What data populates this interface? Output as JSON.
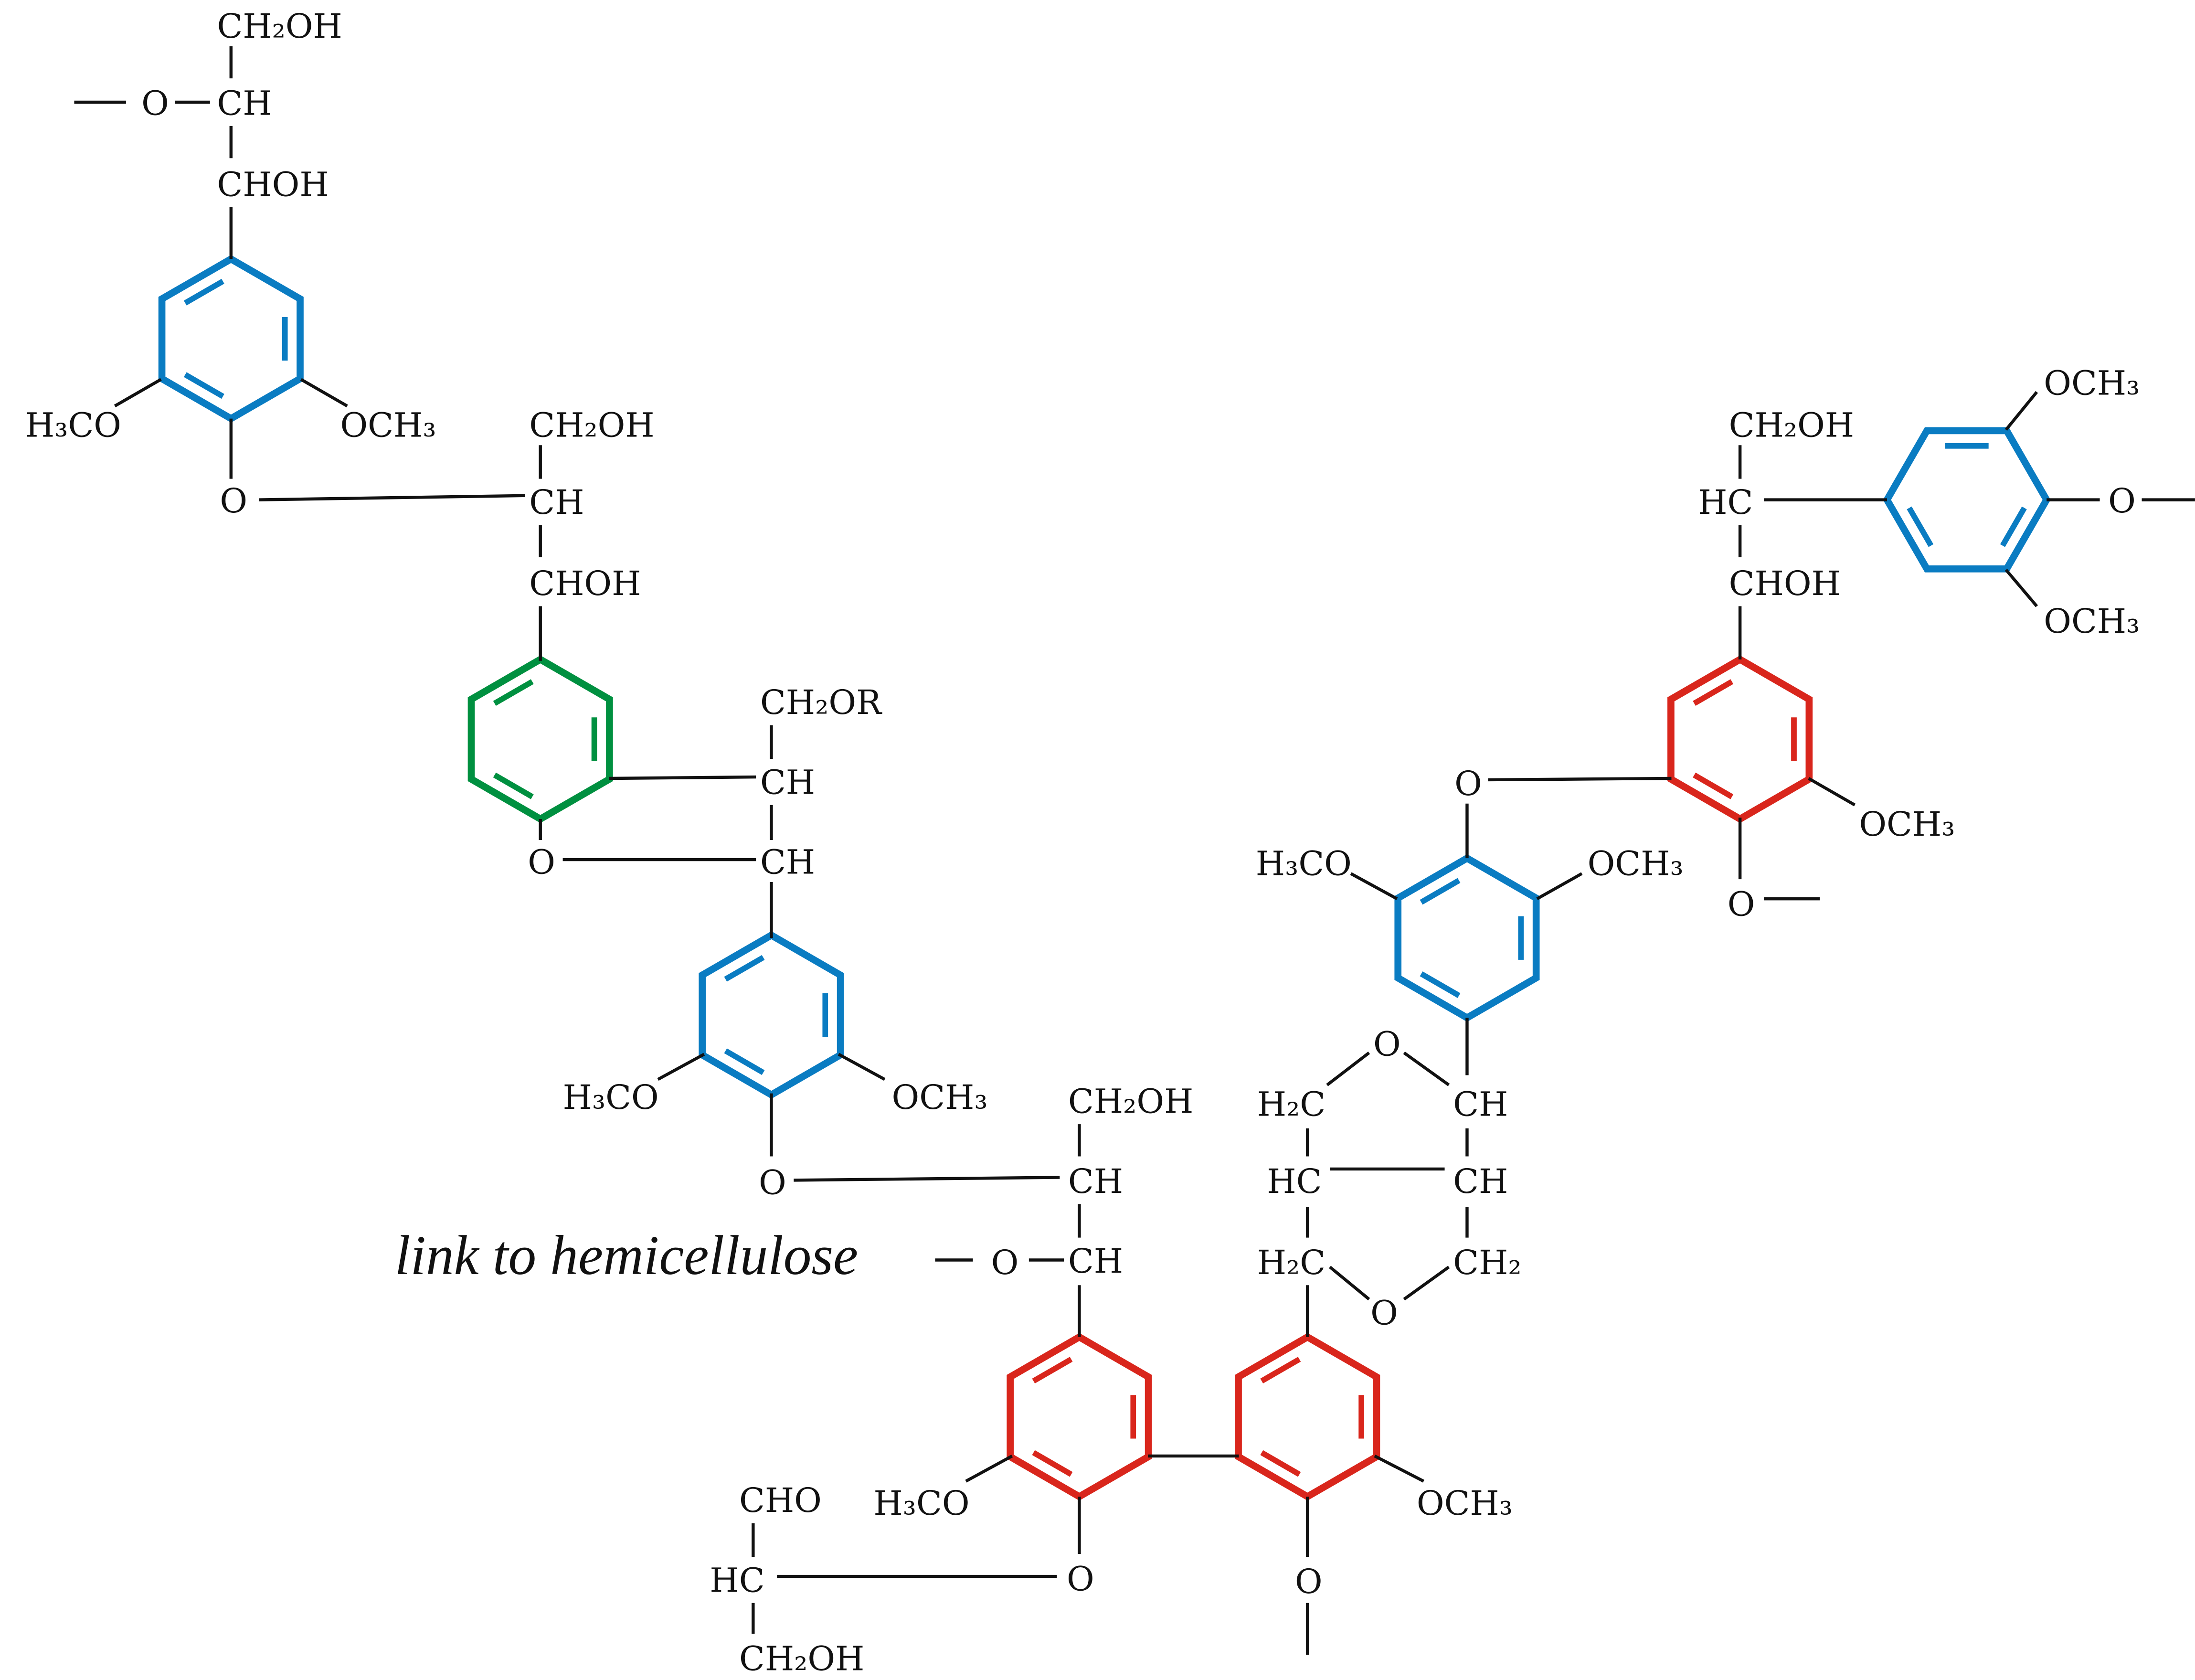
{
  "title": "Lignin structure fragment",
  "colors": {
    "syringyl": "#0a7cc2",
    "guaiacyl": "#d9261c",
    "p_hydroxyphenyl": "#009040",
    "bond": "#111111"
  },
  "labels": {
    "u1_ch2oh": "CH₂OH",
    "u1_o": "O",
    "u1_ch": "CH",
    "u1_chohtext": "CHOH",
    "u1_h3co": "H₃CO",
    "u1_och3": "OCH₃",
    "u1_o_link": "O",
    "u2_ch2oh": "CH₂OH",
    "u2_ch": "CH",
    "u2_choh": "CHOH",
    "u2_o": "O",
    "u3_ch2or": "CH₂OR",
    "u3_ch_a": "CH",
    "u3_ch_b": "CH",
    "u4_h3co": "H₃CO",
    "u4_och3": "OCH₃",
    "u4_o": "O",
    "u5_ch2oh": "CH₂OH",
    "u5_ch": "CH",
    "u5_ch_b": "CH",
    "hemicellulose": "link to hemicellulose",
    "hemi_o": "O",
    "u7_h3co": "H₃CO",
    "u7_o": "O",
    "u7_cho": "CHO",
    "u7_hc": "HC",
    "u7_ch2oh": "CH₂OH",
    "u8_och3": "OCH₃",
    "u8_o": "O",
    "f_h2c_top": "H₂C",
    "f_hc": "HC",
    "f_h2c_bot": "H₂C",
    "f_ch_top": "CH",
    "f_ch_mid": "CH",
    "f_ch2": "CH₂",
    "f_o_top": "O",
    "f_o_bot": "O",
    "u6_h3co": "H₃CO",
    "u6_och3": "OCH₃",
    "u6_o": "O",
    "u5r_och3": "OCH₃",
    "u5r_o": "O",
    "u5r_choh": "CHOH",
    "u5r_ch2oh": "CH₂OH",
    "u5r_hc": "HC",
    "u4r_och3_top": "OCH₃",
    "u4r_och3_bot": "OCH₃",
    "u4r_o": "O"
  }
}
